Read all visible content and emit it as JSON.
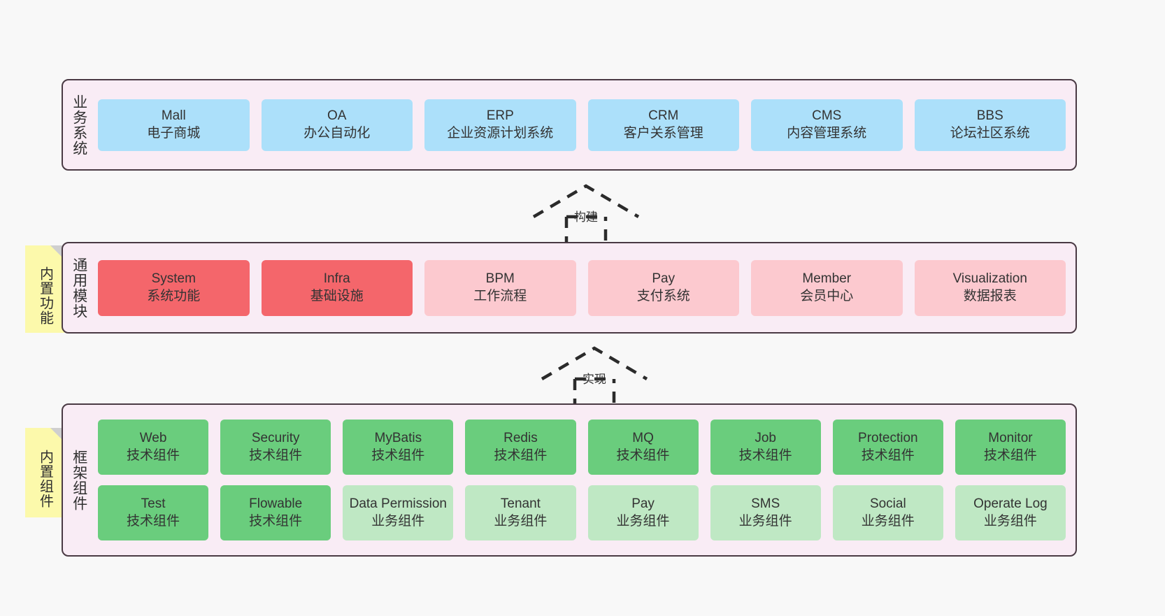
{
  "diagram": {
    "background_color": "#f8f8f8",
    "panel_color": "#f9ecf5",
    "panel_border_color": "#4a3a44",
    "note_color": "#fcf9ab"
  },
  "layers": [
    {
      "id": "business",
      "label": "业务系统",
      "accent": "#ace0fa",
      "rows": [
        [
          {
            "title": "Mall",
            "sub": "电子商城",
            "style": "c-blue"
          },
          {
            "title": "OA",
            "sub": "办公自动化",
            "style": "c-blue"
          },
          {
            "title": "ERP",
            "sub": "企业资源计划系统",
            "style": "c-blue"
          },
          {
            "title": "CRM",
            "sub": "客户关系管理",
            "style": "c-blue"
          },
          {
            "title": "CMS",
            "sub": "内容管理系统",
            "style": "c-blue"
          },
          {
            "title": "BBS",
            "sub": "论坛社区系统",
            "style": "c-blue"
          }
        ]
      ]
    },
    {
      "id": "common",
      "label": "通用模块",
      "accent": "#f4666b",
      "note": "内置功能",
      "rows": [
        [
          {
            "title": "System",
            "sub": "系统功能",
            "style": "c-red"
          },
          {
            "title": "Infra",
            "sub": "基础设施",
            "style": "c-red"
          },
          {
            "title": "BPM",
            "sub": "工作流程",
            "style": "c-pink"
          },
          {
            "title": "Pay",
            "sub": "支付系统",
            "style": "c-pink"
          },
          {
            "title": "Member",
            "sub": "会员中心",
            "style": "c-pink"
          },
          {
            "title": "Visualization",
            "sub": "数据报表",
            "style": "c-pink"
          }
        ]
      ]
    },
    {
      "id": "framework",
      "label": "框架组件",
      "accent": "#6acd7d",
      "note": "内置组件",
      "rows": [
        [
          {
            "title": "Web",
            "sub": "技术组件",
            "style": "c-green"
          },
          {
            "title": "Security",
            "sub": "技术组件",
            "style": "c-green"
          },
          {
            "title": "MyBatis",
            "sub": "技术组件",
            "style": "c-green"
          },
          {
            "title": "Redis",
            "sub": "技术组件",
            "style": "c-green"
          },
          {
            "title": "MQ",
            "sub": "技术组件",
            "style": "c-green"
          },
          {
            "title": "Job",
            "sub": "技术组件",
            "style": "c-green"
          },
          {
            "title": "Protection",
            "sub": "技术组件",
            "style": "c-green"
          },
          {
            "title": "Monitor",
            "sub": "技术组件",
            "style": "c-green"
          }
        ],
        [
          {
            "title": "Test",
            "sub": "技术组件",
            "style": "c-green"
          },
          {
            "title": "Flowable",
            "sub": "技术组件",
            "style": "c-green"
          },
          {
            "title": "Data Permission",
            "sub": "业务组件",
            "style": "c-lightgreen"
          },
          {
            "title": "Tenant",
            "sub": "业务组件",
            "style": "c-lightgreen"
          },
          {
            "title": "Pay",
            "sub": "业务组件",
            "style": "c-lightgreen"
          },
          {
            "title": "SMS",
            "sub": "业务组件",
            "style": "c-lightgreen"
          },
          {
            "title": "Social",
            "sub": "业务组件",
            "style": "c-lightgreen"
          },
          {
            "title": "Operate Log",
            "sub": "业务组件",
            "style": "c-lightgreen"
          }
        ]
      ]
    }
  ],
  "arrows": [
    {
      "id": "build",
      "label": "构建",
      "from": "通用模块",
      "to": "业务系统",
      "style": "dashed-hollow-triangle"
    },
    {
      "id": "impl",
      "label": "实现",
      "from": "框架组件",
      "to": "通用模块",
      "style": "dashed-hollow-triangle"
    }
  ],
  "notes": [
    {
      "id": "note-common",
      "label": "内置功能"
    },
    {
      "id": "note-framework",
      "label": "内置组件"
    }
  ]
}
